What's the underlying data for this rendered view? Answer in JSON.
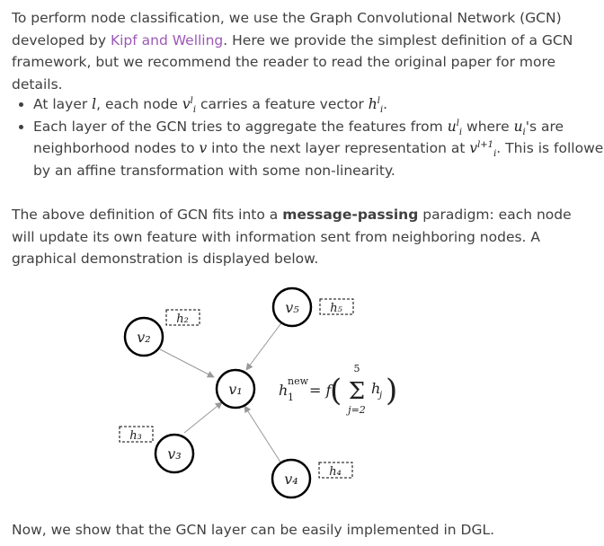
{
  "intro": {
    "before_link": "To perform node classification, we use the Graph Convolutional Network (GCN) developed by ",
    "link_text": "Kipf and Welling",
    "after_link": ". Here we provide the simplest definition of a GCN framework, but we recommend the reader to read the original paper for more details."
  },
  "bullets": {
    "b1_a": "At layer ",
    "b1_l": "l",
    "b1_b": ", each node ",
    "b1_v": "v",
    "b1_c": " carries a feature vector ",
    "b1_h": "h",
    "b1_d": ".",
    "b2_a": "Each layer of the GCN tries to aggregate the features from ",
    "b2_u": "u",
    "b2_b": " where ",
    "b2_ui": "u",
    "b2_c": "'s are neighborhood nodes to ",
    "b2_v": "v",
    "b2_d": " into the next layer representation at ",
    "b2_v2": "v",
    "b2_e": ". This is followed by an affine transformation with some non-linearity."
  },
  "math": {
    "sub_i": "i",
    "sup_l": "l",
    "sup_l1": "l+1"
  },
  "message": {
    "before": "The above definition of GCN fits into a ",
    "bold": "message-passing",
    "after": " paradigm: each node will update its own feature with information sent from neighboring nodes. A graphical demonstration is displayed below."
  },
  "diagram": {
    "nodes": {
      "v1": "v₁",
      "v2": "v₂",
      "v3": "v₃",
      "v4": "v₄",
      "v5": "v₅"
    },
    "features": {
      "h2": "h₂",
      "h3": "h₃",
      "h4": "h₄",
      "h5": "h₅"
    },
    "formula": {
      "h": "h",
      "new": "new",
      "one": "1",
      "eq": "= f",
      "sum": "Σ",
      "upper": "5",
      "lower": "j=2",
      "hj": "h",
      "j": "j",
      "lparen": "(",
      "rparen": ")"
    }
  },
  "outro": "Now, we show that the GCN layer can be easily implemented in DGL."
}
